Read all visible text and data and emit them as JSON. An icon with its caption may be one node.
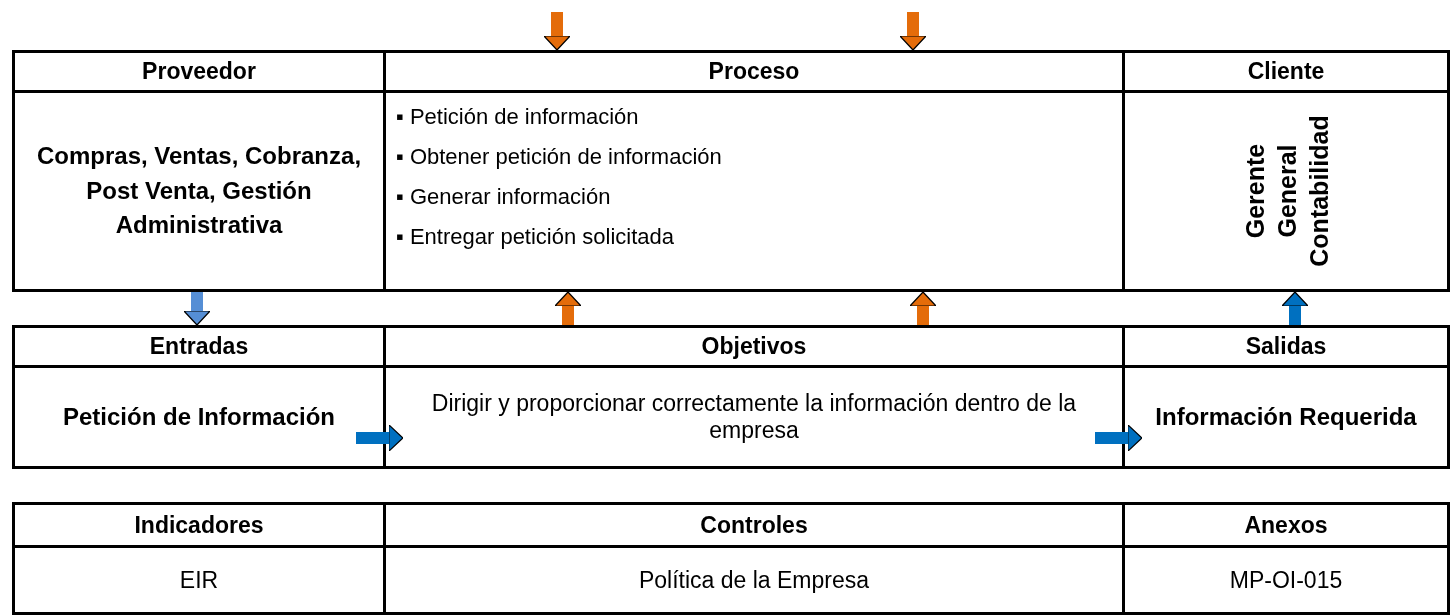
{
  "diagram": {
    "nodes": [
      {
        "text": [
          "Proveedor",
          "Compras, Ventas, Cobranza, Post Venta, Gestión Administrativa"
        ]
      },
      {
        "text": [
          "Proceso",
          "▪ Petición de información",
          "▪ Obtener petición de información",
          "▪ Generar información",
          "▪ Entregar petición solicitada"
        ]
      },
      {
        "text": [
          "Cliente",
          "Gerente General",
          "Contabilidad"
        ]
      },
      {
        "text": [
          "Entradas",
          "Petición de Información"
        ]
      },
      {
        "text": [
          "Objetivos",
          "Dirigir y proporcionar correctamente la información dentro de la empresa"
        ]
      },
      {
        "text": [
          "Salidas",
          "Información Requerida"
        ]
      },
      {
        "text": [
          "Indicadores",
          "EIR"
        ]
      },
      {
        "text": [
          "Controles",
          "Política de la Empresa"
        ]
      },
      {
        "text": [
          "Anexos",
          "MP-OI-015"
        ]
      }
    ],
    "edges": [
      {
        "from": null,
        "to": 1,
        "arrow": "to",
        "color": "#e46c0a"
      },
      {
        "from": null,
        "to": 1,
        "arrow": "to",
        "color": "#e46c0a"
      },
      {
        "from": 0,
        "to": 3,
        "arrow": "to",
        "color": "#558ed5"
      },
      {
        "from": 4,
        "to": 1,
        "arrow": "to",
        "color": "#e46c0a"
      },
      {
        "from": 4,
        "to": 1,
        "arrow": "to",
        "color": "#e46c0a"
      },
      {
        "from": 5,
        "to": 2,
        "arrow": "to",
        "color": "#0070c0"
      },
      {
        "from": 3,
        "to": 4,
        "arrow": "to",
        "color": "#0070c0"
      },
      {
        "from": 4,
        "to": 5,
        "arrow": "to",
        "color": "#0070c0"
      }
    ]
  }
}
